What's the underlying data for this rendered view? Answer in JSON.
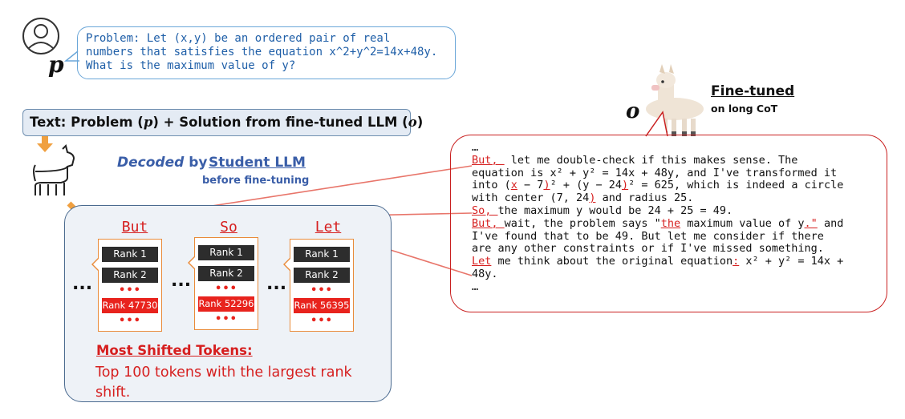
{
  "problem": {
    "speaker": "p",
    "text": "Problem: Let (x,y) be an ordered pair of real\nnumbers that satisfies the equation x^2+y^2=14x+48y.\nWhat is the maximum value of y?"
  },
  "text_box": {
    "prefix": "Text: Problem (",
    "p": "p",
    "middle": ") + Solution from fine-tuned LLM (",
    "o": "o",
    "suffix": ")"
  },
  "decoded": {
    "decoded_word": "Decoded",
    "by_word": "by",
    "student": "Student LLM",
    "student_sub": "before fine-tuning"
  },
  "tokens": [
    {
      "token": "But",
      "ranks": [
        "Rank 1",
        "Rank 2"
      ],
      "shifted_rank": "Rank 47730"
    },
    {
      "token": "So",
      "ranks": [
        "Rank 1",
        "Rank 2"
      ],
      "shifted_rank": "Rank 52296"
    },
    {
      "token": "Let",
      "ranks": [
        "Rank 1",
        "Rank 2"
      ],
      "shifted_rank": "Rank 56395"
    }
  ],
  "dots": "•••",
  "ellipsis": "...",
  "most_shifted": {
    "title": "Most Shifted Tokens:",
    "description": "Top 100 tokens with the largest rank shift."
  },
  "fine_tuned": {
    "symbol": "o",
    "title": "Fine-tuned",
    "subtitle": "on long CoT"
  },
  "solution": {
    "top": "…",
    "bottom": "…",
    "l1_hl": "But, ",
    "l1_rest": " let me double-check if this makes sense. The",
    "l2": "equation is x² + y² = 14x + 48y, and I've transformed it",
    "l3_a": "into (",
    "l3_x": "x",
    "l3_b": " − 7",
    "l3_p1": ")",
    "l3_c": "² + (y − 24",
    "l3_p2": ")",
    "l3_d": "² = 625, which is indeed a circle",
    "l4_a": "with center (7, 24",
    "l4_p": ")",
    "l4_b": " and radius 25.",
    "l5_hl": "So, ",
    "l5_rest": "the maximum y would be 24 + 25 = 49.",
    "l6_hl": "But, ",
    "l6_a": "wait, the problem says \"",
    "l6_the": "the",
    "l6_b": " maximum value of y",
    "l6_end": ".\"",
    "l6_c": " and",
    "l7": "I've found that to be 49. But let me consider if there",
    "l8": "are any other constraints or if I've missed something.",
    "l9_hl": "Let",
    "l9_a": " me think about the original equation",
    "l9_colon": ":",
    "l9_b": " x² + y² = 14x +",
    "l10": "48y."
  },
  "colors": {
    "red": "#d61f1f",
    "blue": "#3a5ea8",
    "orange": "#e98b3a",
    "bubble_blue": "#6aa6d8"
  }
}
